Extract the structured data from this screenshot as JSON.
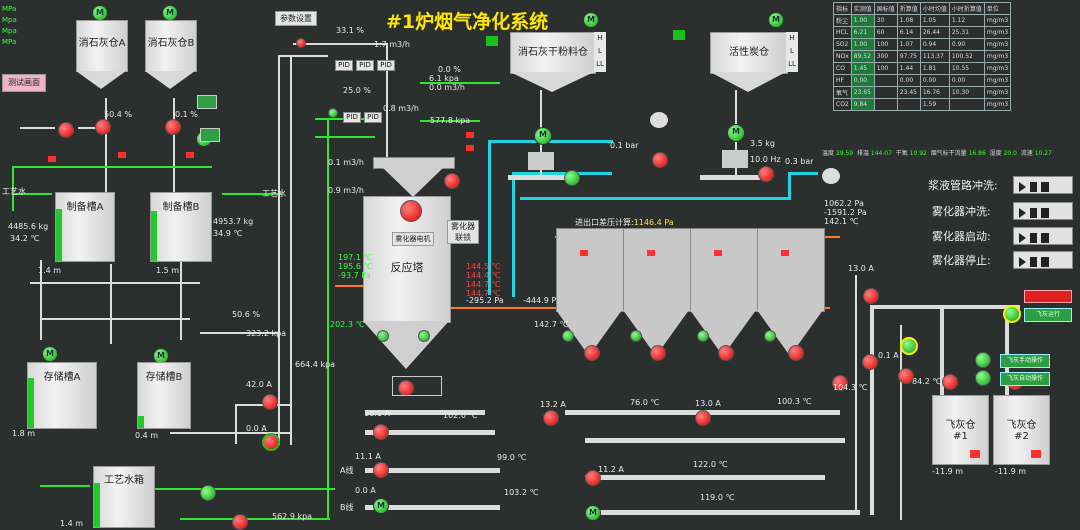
{
  "title": "#1炉烟气净化系统",
  "buttons": {
    "params": "参数设置",
    "test": "测试画面"
  },
  "units_left": [
    "MPa",
    "Mpa",
    "Mpa",
    "MPa"
  ],
  "silos": {
    "a": "消石灰仓A",
    "b": "消石灰仓B",
    "lime": "消石灰干粉料仓",
    "carbon": "活性炭仓"
  },
  "hll": [
    "H",
    "L",
    "LL"
  ],
  "prep": {
    "a": "制备槽A",
    "b": "制备槽B",
    "a_kg": "4485.6 kg",
    "a_c": "34.2 ℃",
    "b_kg": "4953.7 kg",
    "b_c": "34.9 ℃",
    "a_m": "1.4 m",
    "b_m": "1.5 m"
  },
  "storage": {
    "a": "存储槽A",
    "b": "存储槽B",
    "a_m": "1.8 m",
    "b_m": "0.4 m"
  },
  "water_tank": "工艺水箱",
  "water_m": "1.4 m",
  "labels": {
    "process_water": "工艺水",
    "process_water2": "工艺水",
    "reactor": "反应塔",
    "atomizer": "雾化器",
    "link": "联锁",
    "atomizer_motor": "雾化器电机",
    "calc": "进出口差压计算:",
    "calc_val": "1146.4 Pa"
  },
  "values": {
    "v1": "50.4 %",
    "v2": "0.1 %",
    "v3": "33.1 %",
    "v4": "1.7 m3/h",
    "v5": "25.0 %",
    "v6": "0.8 m3/h",
    "v7": "0.1 m3/h",
    "v8": "0.9 m3/h",
    "v9": "0.0 %",
    "v10": "6.1 kpa",
    "v11": "0.0 m3/h",
    "v12": "577.8 kpa",
    "v13": "50.6 %",
    "v14": "323.2 kpa",
    "v15": "42.0 A",
    "v16": "0.0 A",
    "v17": "664.4 kpa",
    "v18": "562.9 kpa",
    "v19": "0.1 bar",
    "v20": "3.5 kg",
    "v21": "10.0 Hz",
    "v22": "0.3 bar",
    "v23": "197.1 ℃",
    "v24": "195.6 ℃",
    "v25": "-93.7 Pa",
    "v26": "202.3 ℃",
    "v27": "144.5 ℃",
    "v28": "144.4 ℃",
    "v29": "144.7 ℃",
    "v30": "144.7 ℃",
    "v31": "-295.2 Pa",
    "v32": "-444.9 Pa",
    "v33": "1062.2 Pa",
    "v34": "-1591.2 Pa",
    "v35": "142.1 ℃",
    "v36": "13.0 A",
    "v37": "142.7 ℃",
    "v38": "13.2 A",
    "v39": "76.0 ℃",
    "v40": "13.0 A",
    "v41": "100.3 ℃",
    "v42": "16.1 A",
    "v43": "102.0 ℃",
    "v44": "11.1 A",
    "v45": "99.0 ℃",
    "v46": "11.2 A",
    "v47": "122.0 ℃",
    "v48": "0.0 A",
    "v49": "103.2 ℃",
    "v50": "119.0 ℃",
    "v51": "104.3 ℃",
    "v52": "84.2 ℃",
    "v53": "0.1 A",
    "v54": "-11.9 m",
    "v55": "-11.9 m"
  },
  "ash": {
    "a": "飞灰仓\n#1",
    "b": "飞灰仓\n#2",
    "a1": "飞灰仓",
    "a2": "#1",
    "b1": "飞灰仓",
    "b2": "#2"
  },
  "row_labels": {
    "a": "A线",
    "b": "B线"
  },
  "green_btns": [
    "飞灰运行",
    "飞灰手动操作",
    "飞灰自动操作"
  ],
  "emissions": {
    "headers": [
      "指标",
      "实测值",
      "国标值",
      "折算值",
      "小时均值",
      "小时折算值",
      "单位"
    ],
    "rows": [
      [
        "粉尘",
        "1.00",
        "30",
        "1.08",
        "1.05",
        "1.12",
        "mg/m3"
      ],
      [
        "HCL",
        "6.21",
        "60",
        "6.14",
        "26.44",
        "25.31",
        "mg/m3"
      ],
      [
        "SO2",
        "1.00",
        "100",
        "1.07",
        "0.94",
        "0.90",
        "mg/m3"
      ],
      [
        "NOx",
        "89.52",
        "300",
        "97.75",
        "113.37",
        "100.52",
        "mg/m3"
      ],
      [
        "CO",
        "1.45",
        "100",
        "1.44",
        "1.81",
        "10.55",
        "mg/m3"
      ],
      [
        "HF",
        "0.00",
        "",
        "0.00",
        "0.00",
        "0.00",
        "mg/m3"
      ],
      [
        "氧气",
        "23.65",
        "",
        "23.45",
        "16.76",
        "10.30",
        "mg/m3"
      ],
      [
        "CO2",
        "9.84",
        "",
        "",
        "1.59",
        "",
        "mg/m3"
      ]
    ]
  },
  "status_line": [
    "温度",
    "29.59",
    "排温",
    "144.07",
    "干氧",
    "10.92",
    "烟气标干流量",
    "16.86",
    "湿度",
    "20.0",
    "流速",
    "10.27"
  ],
  "controls": [
    "浆液管路冲洗:",
    "雾化器冲洗:",
    "雾化器启动:",
    "雾化器停止:"
  ],
  "pid": "PID",
  "red_badge": "",
  "motor": "M"
}
